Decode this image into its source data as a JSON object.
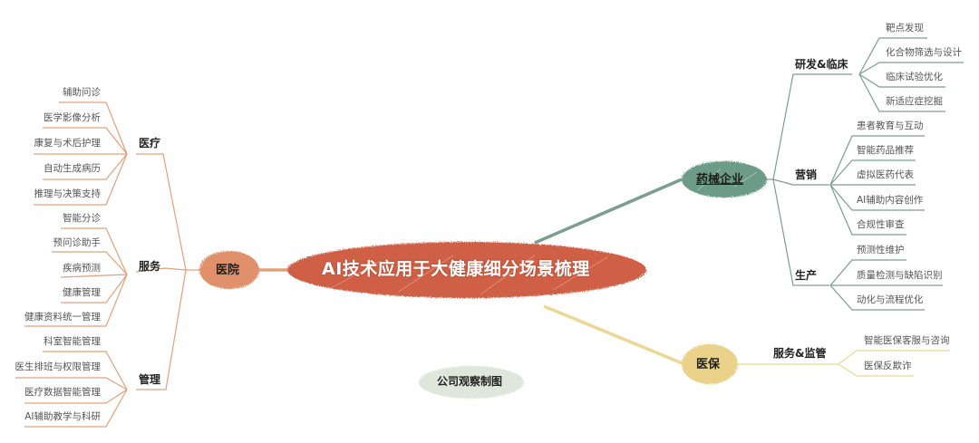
{
  "title": "AI技术应用于大健康细分场景梳理",
  "watermark": "公司观察制图",
  "colors": {
    "root": "#cf5f45",
    "hospital": "#e0906a",
    "hospital_line": "#e3a07c",
    "pharma": "#6d9b8a",
    "pharma_line": "#7a9e90",
    "insurance": "#ead28a",
    "insurance_line": "#ecd794",
    "watermark_bg": "#dfe6dc"
  },
  "hospital": {
    "label": "医院",
    "branches": [
      {
        "label": "医疗",
        "leaves": [
          "辅助问诊",
          "医学影像分析",
          "康复与术后护理",
          "自动生成病历",
          "推理与决策支持"
        ]
      },
      {
        "label": "服务",
        "leaves": [
          "智能分诊",
          "预问诊助手",
          "疾病预测",
          "健康管理",
          "健康资料统一管理"
        ]
      },
      {
        "label": "管理",
        "leaves": [
          "科室智能管理",
          "医生排班与权限管理",
          "医疗数据智能管理",
          "AI辅助教学与科研"
        ]
      }
    ]
  },
  "pharma": {
    "label": "药械企业",
    "branches": [
      {
        "label": "研发&临床",
        "leaves": [
          "靶点发现",
          "化合物筛选与设计",
          "临床试验优化",
          "新适应症挖掘"
        ]
      },
      {
        "label": "营销",
        "leaves": [
          "患者教育与互动",
          "智能药品推荐",
          "虚拟医药代表",
          "AI辅助内容创作",
          "合规性审查"
        ]
      },
      {
        "label": "生产",
        "leaves": [
          "预测性维护",
          "质量检测与缺陷识别",
          "动化与流程优化"
        ]
      }
    ]
  },
  "insurance": {
    "label": "医保",
    "branches": [
      {
        "label": "服务&监管",
        "leaves": [
          "智能医保客服与咨询",
          "医保反欺诈"
        ]
      }
    ]
  }
}
